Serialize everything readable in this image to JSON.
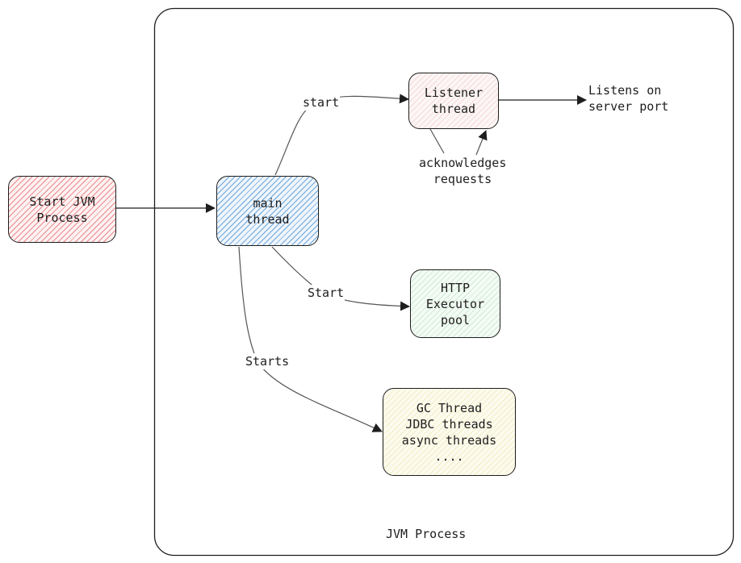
{
  "container": {
    "title": "JVM Process"
  },
  "nodes": {
    "start_jvm": {
      "lines": [
        "Start JVM",
        "Process"
      ]
    },
    "main_thread": {
      "lines": [
        "main",
        "thread"
      ]
    },
    "listener_thread": {
      "lines": [
        "Listener",
        "thread"
      ]
    },
    "http_executor": {
      "lines": [
        "HTTP",
        "Executor",
        "pool"
      ]
    },
    "other_threads": {
      "lines": [
        "GC Thread",
        "JDBC threads",
        "async threads",
        "...."
      ]
    }
  },
  "edge_labels": {
    "start_listener": "start",
    "start_http": "Start",
    "starts_others": "Starts",
    "acknowledges": [
      "acknowledges",
      "requests"
    ],
    "listens": [
      "Listens on",
      "server port"
    ]
  },
  "colors": {
    "stroke": "#1e1e1e",
    "start_jvm_hatch": "#e03131",
    "main_thread_hatch": "#1971c2",
    "listener_hatch": "#ffc9c9",
    "http_hatch": "#b2f2bb",
    "others_hatch": "#ffec99"
  }
}
